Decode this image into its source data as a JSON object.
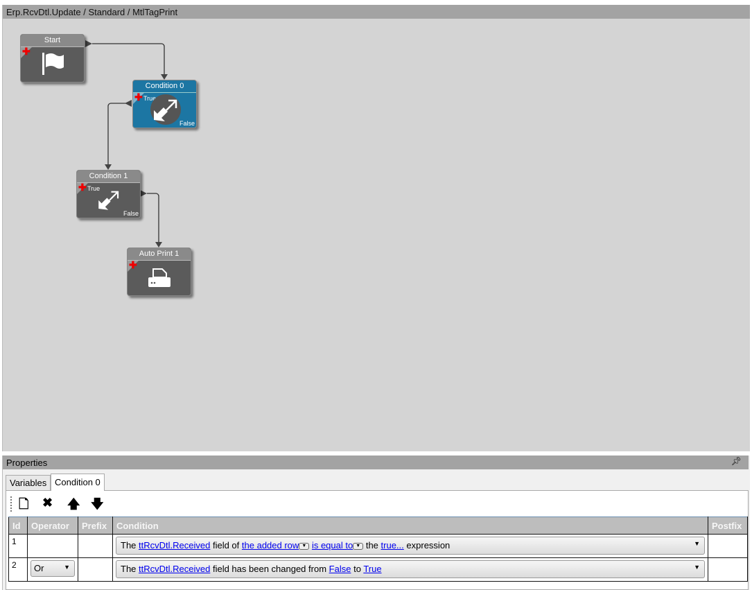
{
  "designer": {
    "breadcrumb": "Erp.RcvDtl.Update / Standard / MtlTagPrint",
    "nodes": [
      {
        "title": "Start",
        "icon": "flag-icon"
      },
      {
        "title": "Condition 0",
        "true_label": "True",
        "false_label": "False",
        "icon": "condition-arrows-icon",
        "selected": true
      },
      {
        "title": "Condition 1",
        "true_label": "True",
        "false_label": "False",
        "icon": "condition-arrows-icon"
      },
      {
        "title": "Auto Print 1",
        "icon": "printer-icon"
      }
    ]
  },
  "properties": {
    "title": "Properties",
    "tabs": [
      {
        "label": "Variables"
      },
      {
        "label": "Condition 0",
        "active": true
      }
    ],
    "toolbar": [
      "new-icon",
      "delete-icon",
      "move-up-icon",
      "move-down-icon"
    ],
    "columns": [
      "Id",
      "Operator",
      "Prefix",
      "Condition",
      "Postfix"
    ],
    "rows": [
      {
        "id": "1",
        "operator": "",
        "prefix": "",
        "postfix": "",
        "cond": {
          "t1": "The",
          "l1": "ttRcvDtl.Received",
          "t2": "field of",
          "l2": "the added row",
          "l3": "is equal to",
          "t3": "the",
          "l4": "true...",
          "t4": "expression"
        }
      },
      {
        "id": "2",
        "operator": "Or",
        "prefix": "",
        "postfix": "",
        "cond": {
          "t1": "The",
          "l1": "ttRcvDtl.Received",
          "t2": "field has been changed from",
          "l2": "False",
          "t3": "to",
          "l3": "True"
        }
      }
    ]
  },
  "colors": {
    "node": "#5b5b5b",
    "selected_node": "#1c76a3",
    "link": "#0000ee"
  }
}
